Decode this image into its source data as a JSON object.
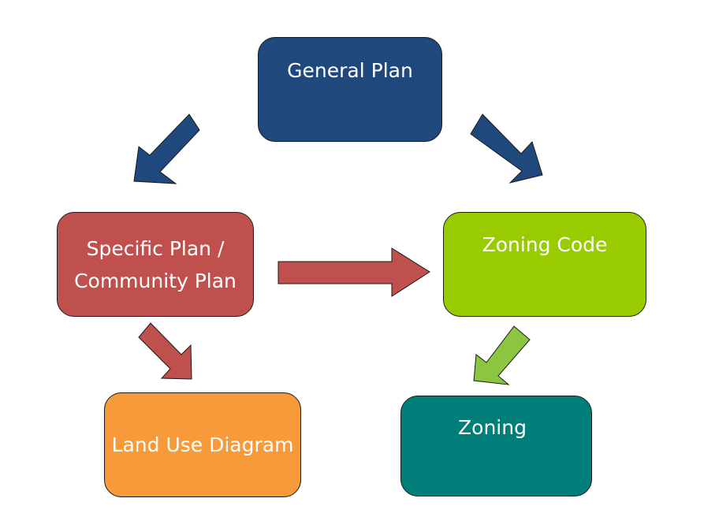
{
  "nodes": {
    "general_plan": {
      "label": "General Plan",
      "color": "#1f497d"
    },
    "specific_plan": {
      "line1": "Specific Plan /",
      "line2": "Community Plan",
      "color": "#c0504d"
    },
    "zoning_code": {
      "label": "Zoning Code",
      "color": "#99cc00"
    },
    "land_use_diagram": {
      "label": "Land Use Diagram",
      "color": "#f79a3a"
    },
    "zoning": {
      "label": "Zoning",
      "color": "#007f7a"
    }
  },
  "edges": [
    {
      "from": "general_plan",
      "to": "specific_plan",
      "color": "#1f497d"
    },
    {
      "from": "general_plan",
      "to": "zoning_code",
      "color": "#1f497d"
    },
    {
      "from": "specific_plan",
      "to": "zoning_code",
      "color": "#c0504d"
    },
    {
      "from": "specific_plan",
      "to": "land_use_diagram",
      "color": "#c0504d"
    },
    {
      "from": "zoning_code",
      "to": "zoning",
      "color": "#8cc63f"
    }
  ]
}
